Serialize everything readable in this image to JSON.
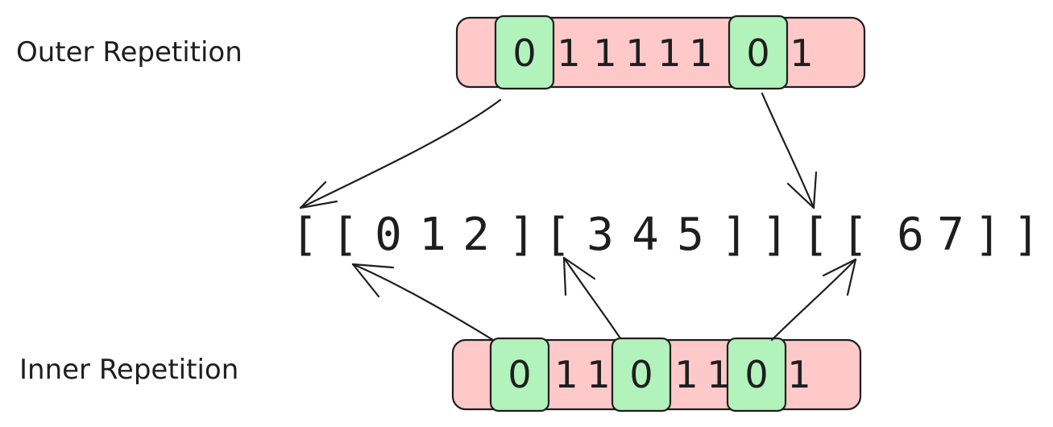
{
  "labels": {
    "outer": "Outer Repetition",
    "inner": "Inner Repetition"
  },
  "colors": {
    "band_fill": "#ffc9c9",
    "highlight_fill": "#b2f2bb",
    "ink": "#1e1e1e"
  },
  "outer_bits": [
    "0",
    "1",
    "1",
    "1",
    "1",
    "1",
    "0",
    "1"
  ],
  "outer_highlight_indices": [
    0,
    6
  ],
  "inner_bits": [
    "0",
    "1",
    "1",
    "0",
    "1",
    "1",
    "0",
    "1"
  ],
  "inner_highlight_indices": [
    0,
    3,
    6
  ],
  "sequence_tokens": [
    "[",
    "[",
    "0",
    "1",
    "2",
    "]",
    "[",
    "3",
    "4",
    "5",
    "]",
    "]",
    "[",
    "[",
    "6",
    "7",
    "]",
    "]"
  ]
}
